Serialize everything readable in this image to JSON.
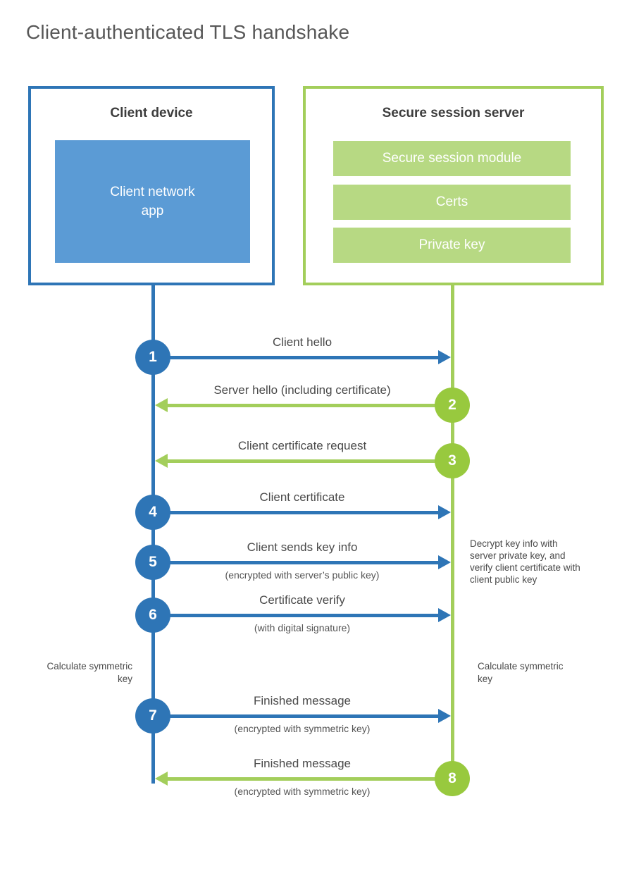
{
  "title": "Client-authenticated TLS handshake",
  "client": {
    "title": "Client device",
    "module": "Client network\napp"
  },
  "server": {
    "title": "Secure session server",
    "modules": [
      "Secure session module",
      "Certs",
      "Private key"
    ]
  },
  "steps": [
    {
      "num": "1",
      "direction": "to_server",
      "label": "Client hello",
      "sublabel": ""
    },
    {
      "num": "2",
      "direction": "to_client",
      "label": "Server hello (including certificate)",
      "sublabel": ""
    },
    {
      "num": "3",
      "direction": "to_client",
      "label": "Client certificate request",
      "sublabel": ""
    },
    {
      "num": "4",
      "direction": "to_server",
      "label": "Client certificate",
      "sublabel": ""
    },
    {
      "num": "5",
      "direction": "to_server",
      "label": "Client sends key info",
      "sublabel": "(encrypted with server’s public key)"
    },
    {
      "num": "6",
      "direction": "to_server",
      "label": "Certificate verify",
      "sublabel": "(with digital signature)"
    },
    {
      "num": "7",
      "direction": "to_server",
      "label": "Finished message",
      "sublabel": "(encrypted with symmetric key)"
    },
    {
      "num": "8",
      "direction": "to_client",
      "label": "Finished message",
      "sublabel": "(encrypted with symmetric key)"
    }
  ],
  "annotations": {
    "decrypt_note": "Decrypt key info with server private key, and verify client certificate with client public key",
    "calc_left": "Calculate symmetric key",
    "calc_right": "Calculate symmetric key"
  },
  "colors": {
    "blue": "#2e75b6",
    "blue_fill": "#5b9bd5",
    "green_line": "#a3ce5b",
    "green_circle": "#98c93e",
    "green_fill": "#b7d983"
  }
}
